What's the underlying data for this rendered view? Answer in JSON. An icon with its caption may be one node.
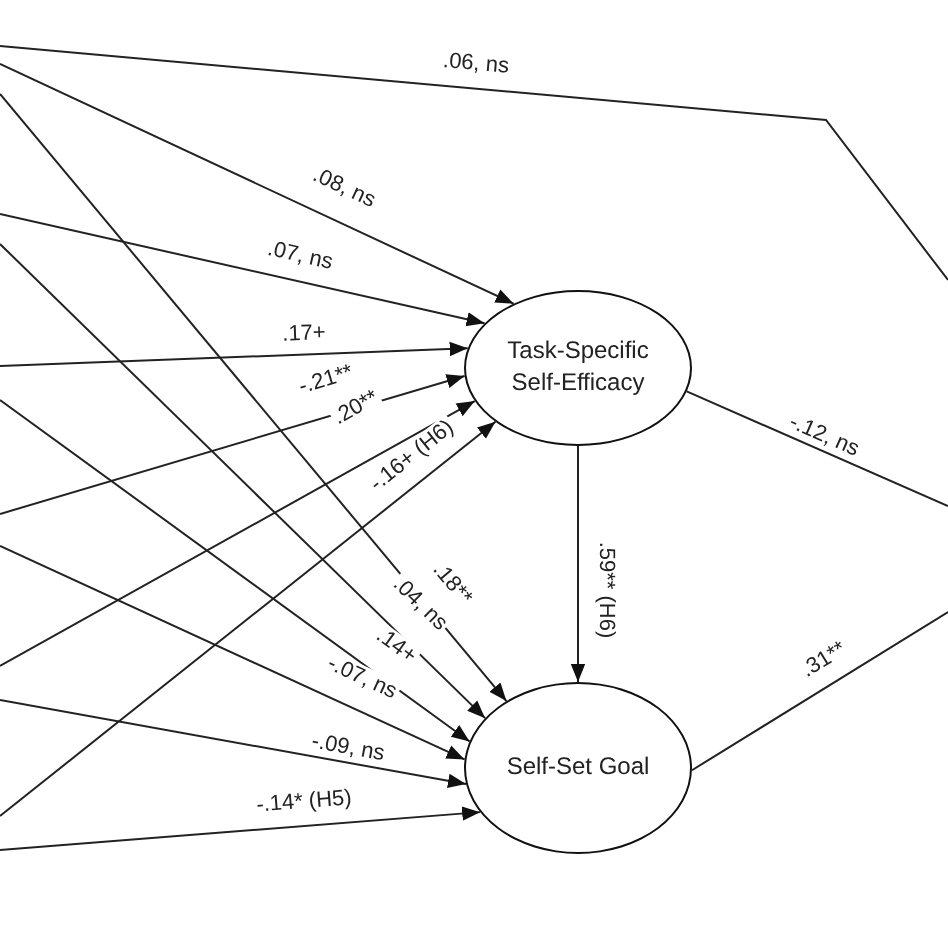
{
  "diagram": {
    "nodes": [
      {
        "text": [
          "Task-Specific Self-Efficacy"
        ]
      },
      {
        "text": [
          "Self-Set Goal"
        ]
      }
    ],
    "edges": [
      {
        "from": null,
        "to": 0,
        "arrow": "to",
        "label": ".08, ns"
      },
      {
        "from": null,
        "to": 0,
        "arrow": "to",
        "label": ".07, ns"
      },
      {
        "from": null,
        "to": 0,
        "arrow": "to",
        "label": ".17+"
      },
      {
        "from": null,
        "to": 0,
        "arrow": "to",
        "label": "-.21**"
      },
      {
        "from": null,
        "to": 0,
        "arrow": "to",
        "label": ".20**"
      },
      {
        "from": null,
        "to": 0,
        "arrow": "to",
        "label": "-.16+ (H6)"
      },
      {
        "from": null,
        "to": 1,
        "arrow": "to",
        "label": ".18**"
      },
      {
        "from": null,
        "to": 1,
        "arrow": "to",
        "label": ".04, ns"
      },
      {
        "from": null,
        "to": 1,
        "arrow": "to",
        "label": ".14+"
      },
      {
        "from": null,
        "to": 1,
        "arrow": "to",
        "label": "-.07, ns"
      },
      {
        "from": null,
        "to": 1,
        "arrow": "to",
        "label": "-.09, ns"
      },
      {
        "from": null,
        "to": 1,
        "arrow": "to",
        "label": "-.14* (H5)"
      },
      {
        "from": 0,
        "to": 1,
        "arrow": "to",
        "label": ".59** (H6)"
      },
      {
        "from": 0,
        "to": null,
        "arrow": "none",
        "label": "-.12, ns"
      },
      {
        "from": 1,
        "to": null,
        "arrow": "none",
        "label": ".31**"
      }
    ],
    "labels": [
      ".06, ns"
    ]
  }
}
